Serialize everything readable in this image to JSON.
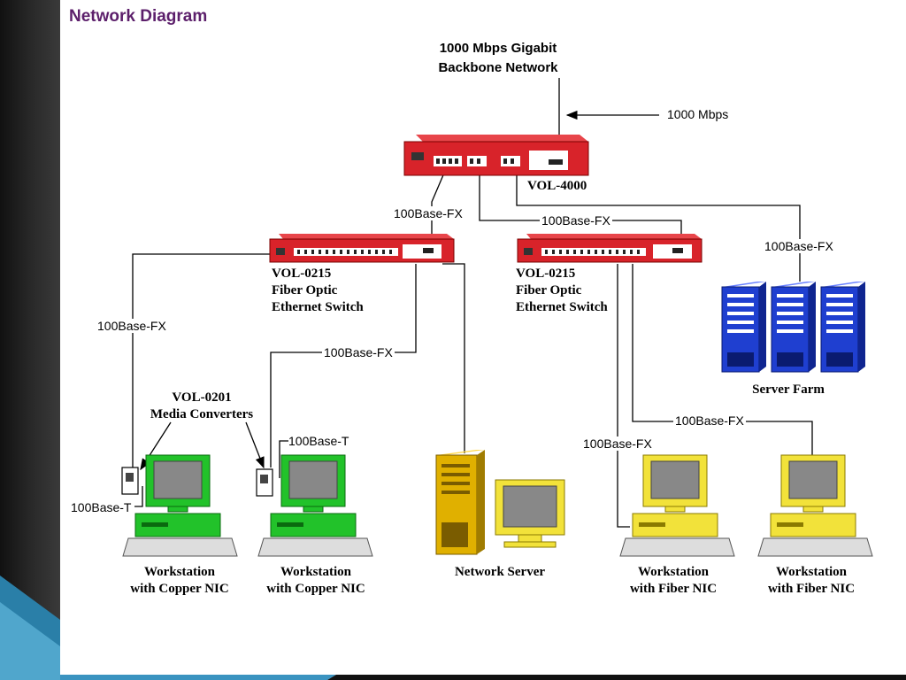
{
  "title": "Network Diagram",
  "backbone": {
    "line1": "1000 Mbps Gigabit",
    "line2": "Backbone Network",
    "speed": "1000 Mbps"
  },
  "core_switch": {
    "name": "VOL-4000"
  },
  "switch_left": {
    "model": "VOL-0215",
    "line2": "Fiber Optic",
    "line3": "Ethernet Switch"
  },
  "switch_right": {
    "model": "VOL-0215",
    "line2": "Fiber Optic",
    "line3": "Ethernet Switch"
  },
  "links": {
    "core_to_left": "100Base-FX",
    "core_to_right": "100Base-FX",
    "core_to_farm": "100Base-FX",
    "left_to_ws1": "100Base-FX",
    "left_to_ws2": "100Base-FX",
    "right_to_ws4": "100Base-FX",
    "right_to_ws3": "100Base-FX",
    "copper_ws1": "100Base-T",
    "copper_ws2": "100Base-T"
  },
  "media_converters": {
    "model": "VOL-0201",
    "label": "Media Converters"
  },
  "server_farm": {
    "label": "Server Farm"
  },
  "network_server": {
    "label": "Network Server"
  },
  "workstations": [
    {
      "line1": "Workstation",
      "line2": "with Copper NIC"
    },
    {
      "line1": "Workstation",
      "line2": "with Copper NIC"
    },
    {
      "line1": "Workstation",
      "line2": "with Fiber NIC"
    },
    {
      "line1": "Workstation",
      "line2": "with Fiber NIC"
    }
  ],
  "colors": {
    "switch": "#d8232a",
    "server": "#1f3fd0",
    "copper_ws": "#22c22a",
    "fiber_ws": "#f2e23a",
    "net_server": "#e0b000",
    "title": "#5c1f6b"
  }
}
